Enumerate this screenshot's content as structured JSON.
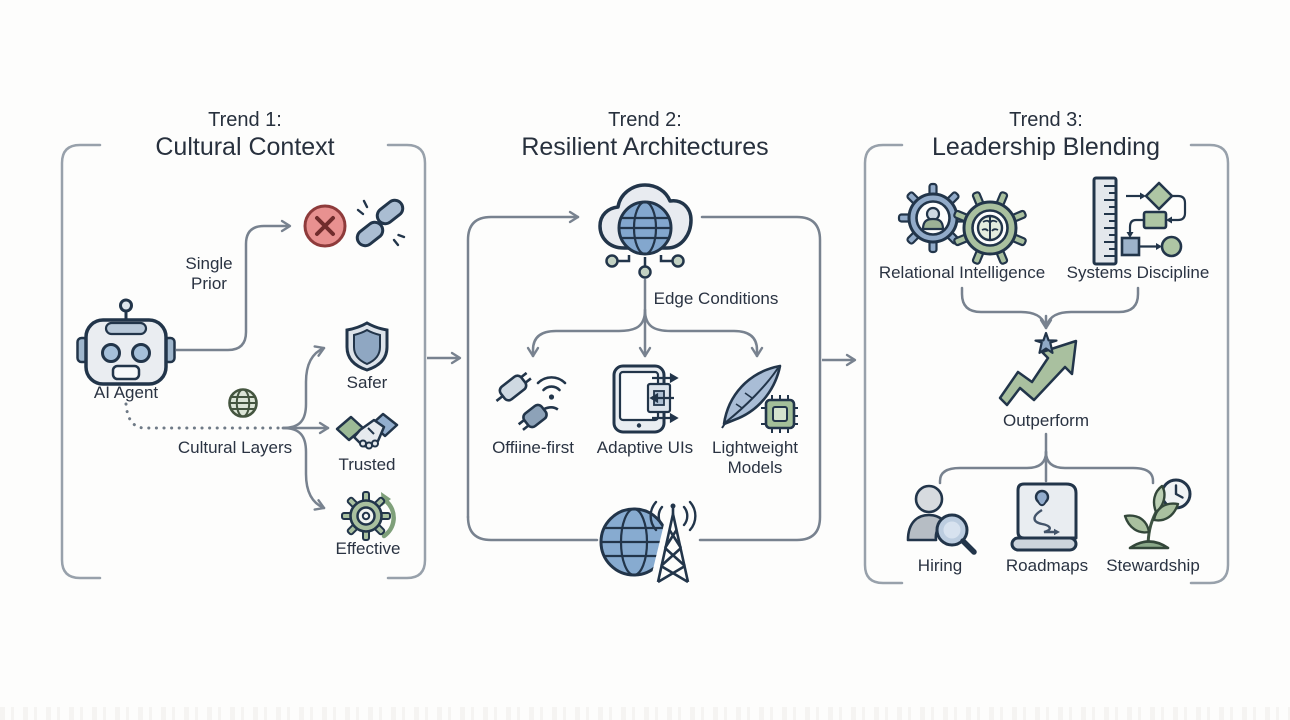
{
  "diagram_name": "Three AI Trends Flow Diagram",
  "colors": {
    "background": "#fdfdfc",
    "frame_line": "#98a1ab",
    "arrow_line": "#78828f",
    "text": "#2a3342",
    "icon_outline": "#22354a",
    "blue_fill": "#8fafd0",
    "light_blue_fill": "#c9d7e5",
    "green_fill": "#a9c09f",
    "light_gray_fill": "#e8ebf0",
    "red_fill": "#e89190",
    "red_stroke": "#8e3b3b"
  },
  "panel1": {
    "title_line1": "Trend 1:",
    "title_line2": "Cultural Context",
    "ai_agent_label": "AI Agent",
    "single_prior_line1": "Single",
    "single_prior_line2": "Prior",
    "cultural_layers_label": "Cultural Layers",
    "safer_label": "Safer",
    "trusted_label": "Trusted",
    "effective_label": "Effective"
  },
  "panel2": {
    "title_line1": "Trend 2:",
    "title_line2": "Resilient Architectures",
    "edge_conditions_label": "Edge Conditions",
    "offline_first_label": "Offiine-first",
    "adaptive_uis_label": "Adaptive UIs",
    "lightweight_line1": "Lightweight",
    "lightweight_line2": "Models"
  },
  "panel3": {
    "title_line1": "Trend 3:",
    "title_line2": "Leadership Blending",
    "relational_intelligence_label": "Relational Intelligence",
    "systems_discipline_label": "Systems Discipline",
    "outperform_label": "Outperform",
    "hiring_label": "Hiring",
    "roadmaps_label": "Roadmaps",
    "stewardship_label": "Stewardship"
  },
  "icons": {
    "robot": "ai-robot-icon",
    "error_x": "error-x-icon",
    "broken_chain": "broken-chain-icon",
    "globe_small": "globe-icon",
    "shield": "shield-icon",
    "handshake": "handshake-icon",
    "gear_renewal": "gear-renewal-icon",
    "cloud_network": "cloud-network-icon",
    "unplugged_wifi": "unplugged-wifi-icon",
    "tablet_sync": "tablet-sync-icon",
    "feather_chip": "feather-chip-icon",
    "globe_antenna": "globe-antenna-icon",
    "dual_gears": "dual-gears-icon",
    "ruler_flowchart": "ruler-flowchart-icon",
    "growth_arrow_star": "growth-arrow-star-icon",
    "person_magnifier": "person-magnifier-icon",
    "scroll_route": "scroll-route-icon",
    "sprout_clock": "sprout-clock-icon"
  }
}
